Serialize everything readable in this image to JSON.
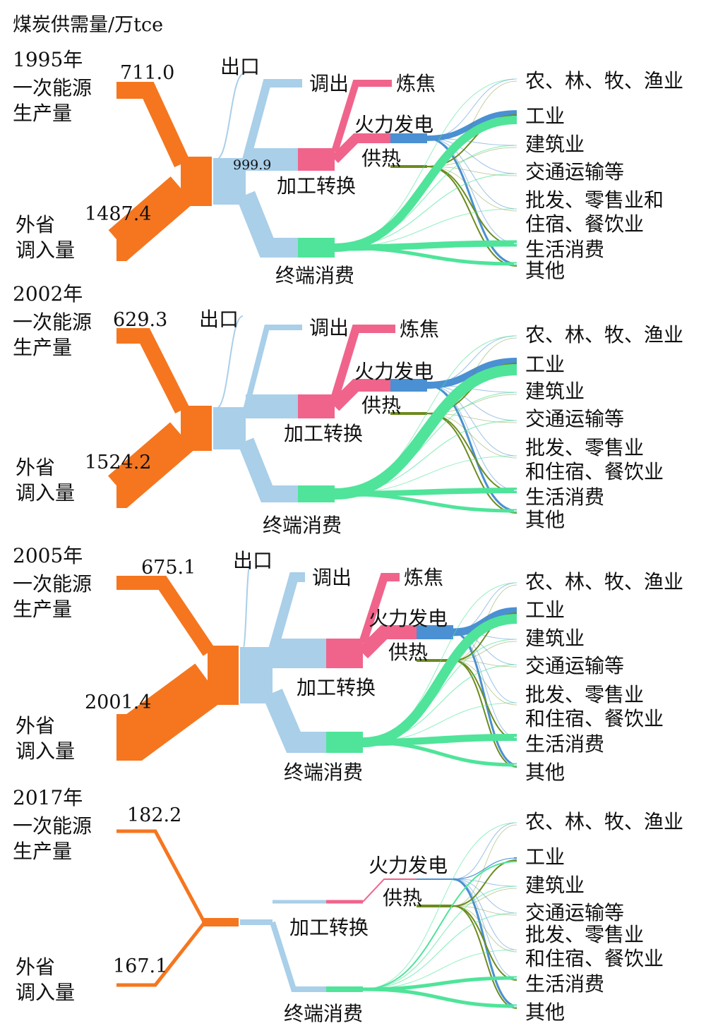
{
  "title": "煤炭供需量/万tce",
  "colors": {
    "supply": "#f5761f",
    "flow": "#a9cfe9",
    "conversion": "#f0648c",
    "power": "#4a90d2",
    "heat": "#6b8b1e",
    "terminal": "#4fe49a"
  },
  "labels": {
    "primary_line1": "一次能源",
    "primary_line2": "生产量",
    "import_line1": "外省",
    "import_line2": "调入量",
    "export": "出口",
    "transfer_out": "调出",
    "coking": "炼焦",
    "thermal_power": "火力发电",
    "heating": "供热",
    "conversion": "加工转换",
    "terminal": "终端消费"
  },
  "sectors": {
    "agriculture": "农、林、牧、渔业",
    "industry": "工业",
    "construction": "建筑业",
    "transport": "交通运输等",
    "wholesale_a_1": "批发、零售业和",
    "wholesale_a_2": "住宿、餐饮业",
    "wholesale_b_1": "批发、零售业",
    "wholesale_b_2": "和住宿、餐饮业",
    "household": "生活消费",
    "other": "其他"
  },
  "panels": [
    {
      "year": "1995年",
      "primary": "711.0",
      "import": "1487.4",
      "total": "999.9"
    },
    {
      "year": "2002年",
      "primary": "629.3",
      "import": "1524.2"
    },
    {
      "year": "2005年",
      "primary": "675.1",
      "import": "2001.4"
    },
    {
      "year": "2017年",
      "primary": "182.2",
      "import": "167.1"
    }
  ]
}
